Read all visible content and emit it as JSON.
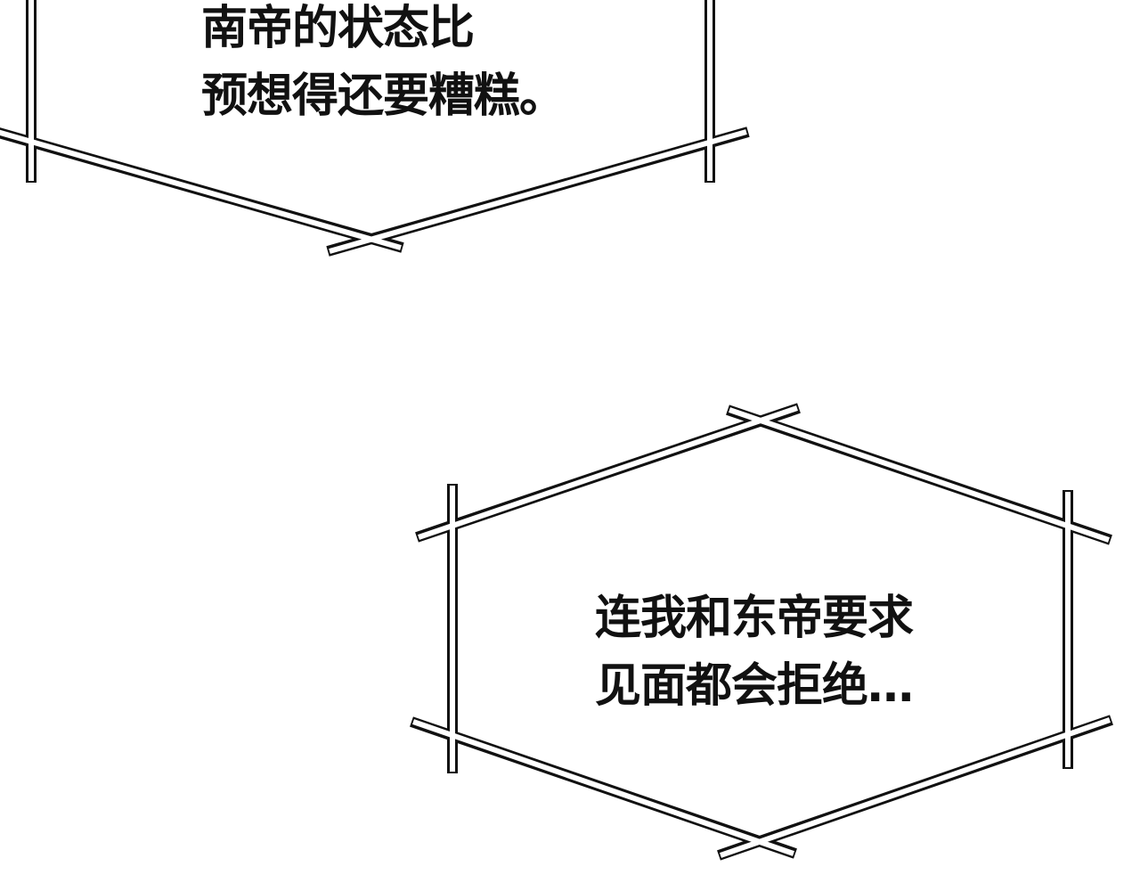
{
  "bubbles": [
    {
      "lines": [
        "南帝的状态比",
        "预想得还要糟糕。"
      ]
    },
    {
      "lines": [
        "连我和东帝要求",
        "见面都会拒绝…"
      ]
    }
  ],
  "colors": {
    "background": "#ffffff",
    "ink": "#111111"
  }
}
